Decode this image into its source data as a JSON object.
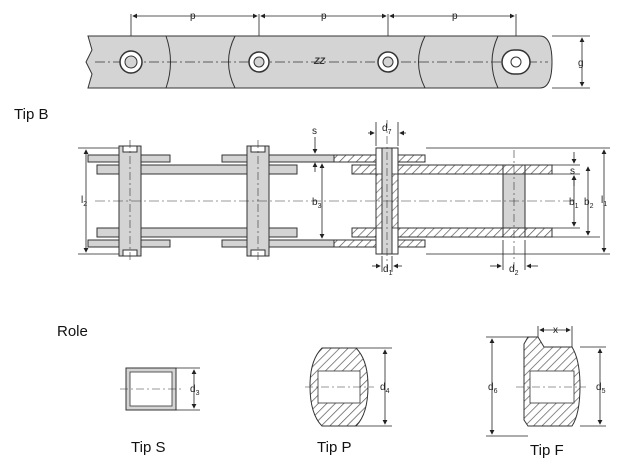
{
  "headings": {
    "tip_b": "Tip B",
    "role": "Role",
    "tip_s": "Tip S",
    "tip_p": "Tip P",
    "tip_f": "Tip F"
  },
  "top_view": {
    "pitch": "p",
    "height": "g",
    "stamp": "ZZ"
  },
  "section": {
    "s": "s",
    "b3": "b",
    "b3_sub": "3",
    "b1": "b",
    "b1_sub": "1",
    "b2": "b",
    "b2_sub": "2",
    "l1": "l",
    "l1_sub": "1",
    "l2": "l",
    "l2_sub": "2",
    "d7": "d",
    "d7_sub": "7",
    "d1": "d",
    "d1_sub": "1",
    "d2": "d",
    "d2_sub": "2"
  },
  "rollers": {
    "d3": "d",
    "d3_sub": "3",
    "d4": "d",
    "d4_sub": "4",
    "d5": "d",
    "d5_sub": "5",
    "d6": "d",
    "d6_sub": "6",
    "x": "x"
  },
  "colors": {
    "plate": "#d4d4d4",
    "hatch": "#555555",
    "line": "#333333"
  }
}
